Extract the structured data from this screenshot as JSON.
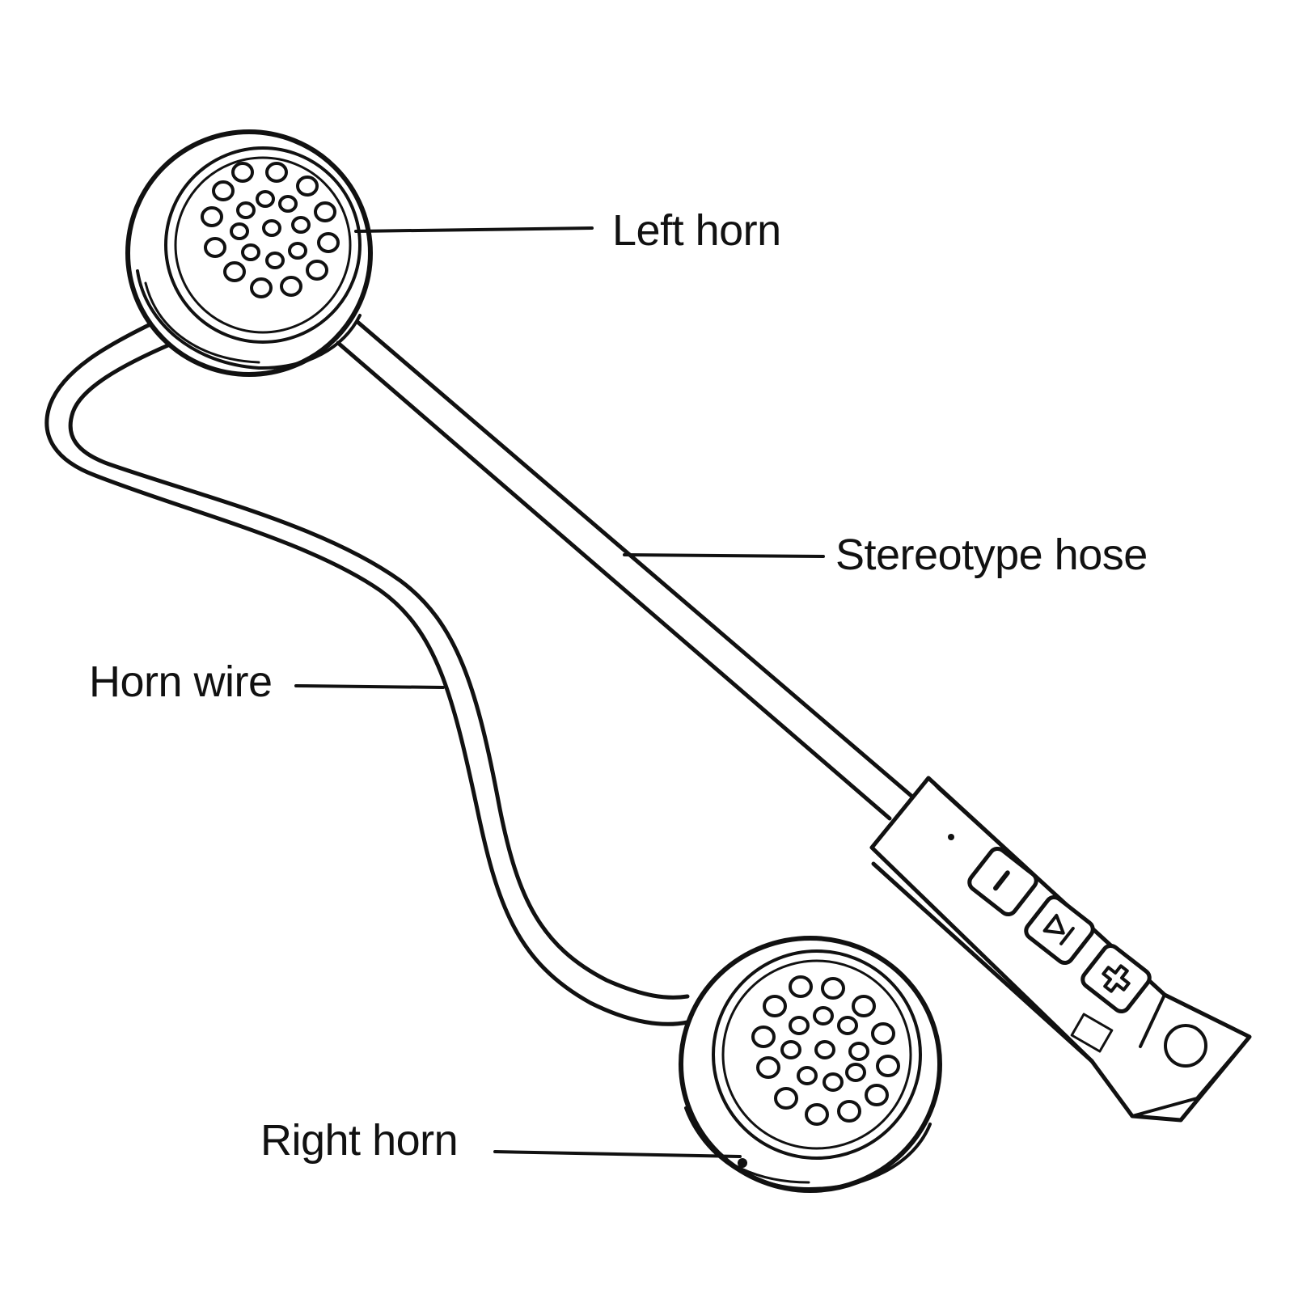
{
  "labels": {
    "left_horn": "Left horn",
    "stereotype_hose": "Stereotype hose",
    "horn_wire": "Horn wire",
    "right_horn": "Right horn"
  },
  "colors": {
    "line": "#111111",
    "background": "#ffffff"
  },
  "controls": {
    "button_icons": [
      "minus-icon",
      "play-pause-icon",
      "plus-icon"
    ]
  }
}
